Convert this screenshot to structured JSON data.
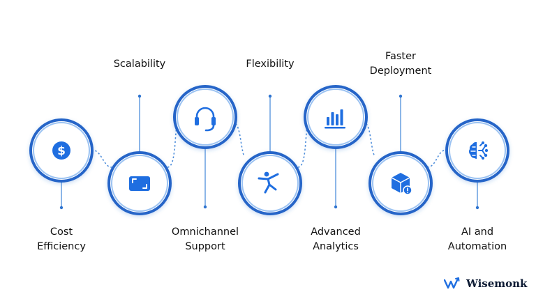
{
  "labels": {
    "cost": [
      "Cost",
      "Efficiency"
    ],
    "scalability": [
      "Scalability"
    ],
    "omnichannel": [
      "Omnichannel",
      "Support"
    ],
    "flexibility": [
      "Flexibility"
    ],
    "analytics": [
      "Advanced",
      "Analytics"
    ],
    "deployment": [
      "Faster",
      "Deployment"
    ],
    "automation": [
      "AI and",
      "Automation"
    ]
  },
  "brand": {
    "name": "Wisemonk",
    "icon": "wisemonk-logo-icon"
  },
  "colors": {
    "ring": "#2f74d0",
    "icon": "#1f6ee0",
    "connector": "#4f8edb",
    "background": "#ffffff"
  },
  "icons": {
    "cost": "dollar-coin-icon",
    "scalability": "scale-frame-icon",
    "omnichannel": "headset-icon",
    "flexibility": "stretching-person-icon",
    "analytics": "bar-chart-icon",
    "deployment": "package-alert-icon",
    "automation": "ai-brain-icon"
  }
}
